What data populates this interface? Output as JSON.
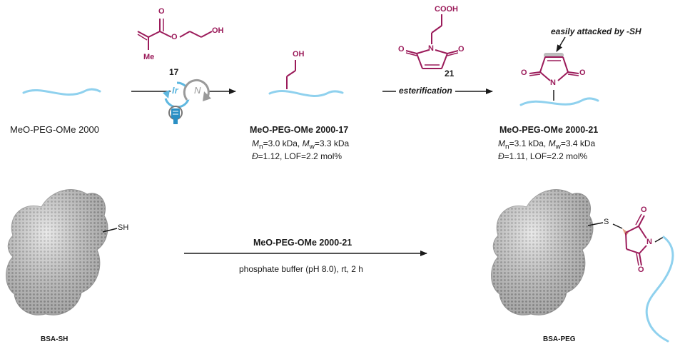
{
  "colors": {
    "peg": "#8fd1ee",
    "reagent": "#9b1b5a",
    "arrow": "#1a1a1a",
    "protein": "#b5b5b5",
    "catalyst_ir": "#5fb8e0",
    "catalyst_n": "#9a9a9a"
  },
  "top_row": {
    "start": {
      "label": "MeO-PEG-OMe 2000"
    },
    "reagent17": {
      "number": "17",
      "substituent_me": "Me",
      "substituent_oh": "OH",
      "atom_o": "O"
    },
    "catalysts": {
      "ir": "Ir",
      "n": "N",
      "light_icon": "lamp-icon"
    },
    "product17": {
      "name": "MeO-PEG-OMe 2000-17",
      "mn_symbol": "M",
      "mn_sub": "n",
      "mn_val": "=3.0 kDa, ",
      "mw_symbol": "M",
      "mw_sub": "w",
      "mw_val": "=3.3 kDa",
      "disp_symbol": "Đ",
      "disp_val": "=1.12, LOF=2.2 mol%",
      "oh": "OH"
    },
    "reagent21": {
      "number": "21",
      "cooh": "COOH",
      "o_left": "O",
      "n": "N",
      "o_right": "O"
    },
    "esterification": "esterification",
    "product21": {
      "name": "MeO-PEG-OMe 2000-21",
      "annotation": "easily attacked by -SH",
      "mn_symbol": "M",
      "mn_sub": "n",
      "mn_val": "=3.1 kDa, ",
      "mw_symbol": "M",
      "mw_sub": "w",
      "mw_val": "=3.4 kDa",
      "disp_symbol": "Đ",
      "disp_val": "=1.11, LOF=2.2 mol%",
      "o_left": "O",
      "n": "N",
      "o_right": "O"
    }
  },
  "bottom_row": {
    "bsa_sh": {
      "label": "BSA-SH",
      "sh": "SH"
    },
    "reaction": {
      "reagent": "MeO-PEG-OMe 2000-21",
      "conditions": "phosphate buffer (pH 8.0), rt, 2 h"
    },
    "bsa_peg": {
      "label": "BSA-PEG",
      "s": "S",
      "o_top": "O",
      "n": "N",
      "o_bottom": "O"
    }
  }
}
